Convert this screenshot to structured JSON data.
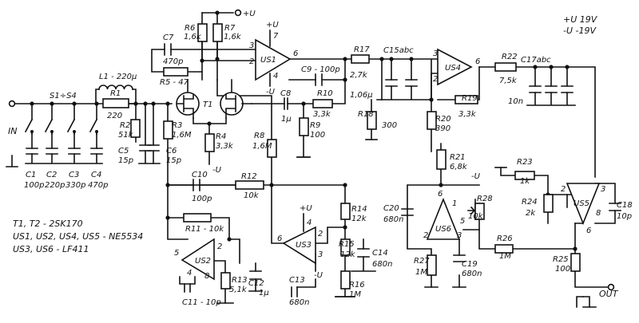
{
  "supply": {
    "pos": "+U 19V",
    "neg": "-U -19V",
    "rail_pos": "+U",
    "rail_neg": "-U"
  },
  "io": {
    "input": "IN",
    "output": "OUT"
  },
  "notes": {
    "transistors": "T1, T2 - 2SK170",
    "opamps_a": "US1, US2, US4, US5 - NE5534",
    "opamps_b": "US3, US6 - LF411"
  },
  "switches": {
    "label": "S1÷S4"
  },
  "components": {
    "L1": "L1 - 220µ",
    "R1": "R1",
    "R1v": "220",
    "R2": "R2",
    "R2v": "51k",
    "R3": "R3",
    "R3v": "1,6M",
    "R4": "R4",
    "R4v": "3,3k",
    "R5": "R5 - 47",
    "R6": "R6",
    "R6v": "1,6k",
    "R7": "R7",
    "R7v": "1,6k",
    "R8": "R8",
    "R8v": "1,6M",
    "R9": "R9",
    "R9v": "100",
    "R10": "R10",
    "R10v": "3,3k",
    "R11": "R11 - 10k",
    "R12": "R12",
    "R12v": "10k",
    "R13": "R13",
    "R13v": "5,1k",
    "R14": "R14",
    "R14v": "12k",
    "R15": "R15",
    "R15v": "12k",
    "R16": "R16",
    "R16v": "1M",
    "R17": "R17",
    "R17v": "2,7k",
    "R18": "R18",
    "R18v": "300",
    "R19": "R19",
    "R19v": "3,3k",
    "R20": "R20",
    "R20v": "390",
    "R21": "R21",
    "R21v": "6,8k",
    "R22": "R22",
    "R22v": "7,5k",
    "R23": "R23",
    "R23v": "1k",
    "R24": "R24",
    "R24v": "2k",
    "R25": "R25",
    "R25v": "100",
    "R26": "R26",
    "R26v": "1M",
    "R27": "R27",
    "R27v": "1M",
    "R28": "R28",
    "R28v": "10k",
    "C1": "C1",
    "C1v": "100p",
    "C2": "C2",
    "C2v": "220p",
    "C3": "C3",
    "C3v": "330p",
    "C4": "C4",
    "C4v": "470p",
    "C5": "C5",
    "C5v": "15p",
    "C6": "C6",
    "C6v": "15p",
    "C7": "C7",
    "C7v": "470p",
    "C8": "C8",
    "C8v": "1µ",
    "C9": "C9 - 100p",
    "C10": "C10",
    "C10v": "100p",
    "C11": "C11 - 10p",
    "C12": "C12",
    "C12v": "1µ",
    "C13": "C13",
    "C13v": "680n",
    "C14": "C14",
    "C14v": "680n",
    "C15": "C15abc",
    "C15v": "1,06µ",
    "C17": "C17abc",
    "C17v": "10n",
    "C18": "C18",
    "C18v": "10p",
    "C19": "C19",
    "C19v": "680n",
    "C20": "C20",
    "C20v": "680n",
    "T1": "T1",
    "US1": "US1",
    "US2": "US2",
    "US3": "US3",
    "US4": "US4",
    "US5": "US5",
    "US6": "US6"
  },
  "pins": {
    "us1": [
      "3",
      "2",
      "6",
      "7",
      "4"
    ],
    "us2": [
      "5",
      "4",
      "8",
      "2"
    ],
    "us3": [
      "6",
      "2",
      "3",
      "4"
    ],
    "us4": [
      "3",
      "2",
      "6"
    ],
    "us5": [
      "2",
      "3",
      "8",
      "6"
    ],
    "us6": [
      "6",
      "1",
      "5",
      "2",
      "3"
    ]
  }
}
